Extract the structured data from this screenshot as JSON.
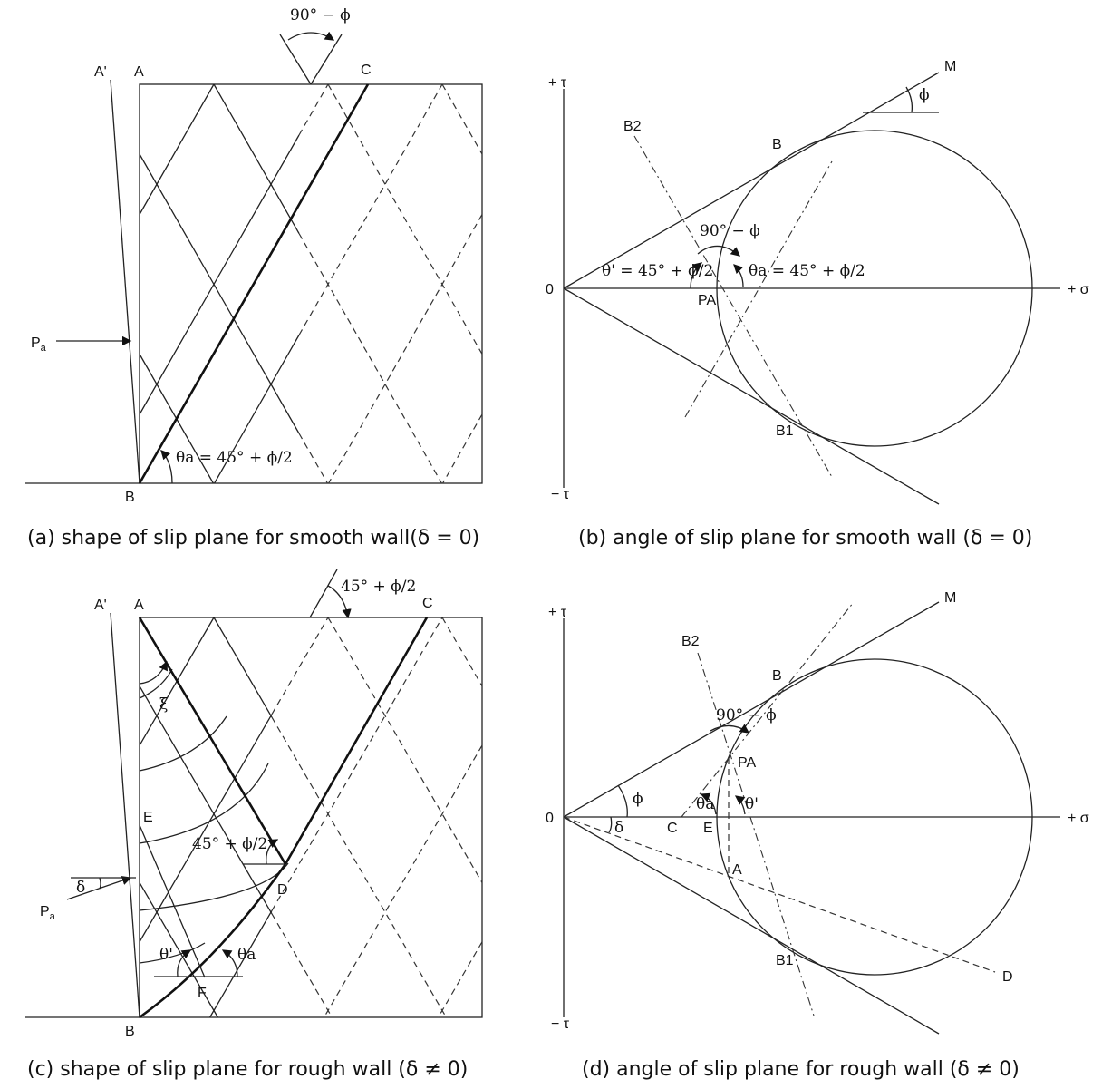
{
  "panels": {
    "a": {
      "caption": "(a) shape of slip plane for smooth wall(δ = 0)",
      "labels": {
        "A_prime": "A'",
        "A": "A",
        "C": "C",
        "B": "B",
        "Pa": "P",
        "Pa_sub": "a",
        "top_angle": "90° − ϕ",
        "theta": "θa = 45° + ϕ/2"
      }
    },
    "b": {
      "caption": "(b) angle of slip plane for smooth wall (δ = 0)",
      "labels": {
        "plus_tau": "+ τ",
        "minus_tau": "− τ",
        "plus_sigma": "+ σ",
        "origin": "0",
        "M": "M",
        "phi": "ϕ",
        "B2": "B2",
        "B": "B",
        "B1": "B1",
        "PA": "PA",
        "angle_90": "90° − ϕ",
        "theta_prime": "θ' = 45° + ϕ/2",
        "theta_a": "θa = 45° + ϕ/2"
      }
    },
    "c": {
      "caption": "(c) shape of slip plane for rough wall (δ ≠ 0)",
      "labels": {
        "A_prime": "A'",
        "A": "A",
        "C": "C",
        "B": "B",
        "E": "E",
        "D": "D",
        "F": "F",
        "xi": "ξ",
        "delta": "δ",
        "Pa": "P",
        "Pa_sub": "a",
        "top_angle": "45° + ϕ/2",
        "mid_angle": "45° + ϕ/2",
        "theta_prime": "θ'",
        "theta_a": "θa"
      }
    },
    "d": {
      "caption": "(d) angle of slip plane for rough wall (δ ≠ 0)",
      "labels": {
        "plus_tau": "+ τ",
        "minus_tau": "− τ",
        "plus_sigma": "+ σ",
        "origin": "0",
        "M": "M",
        "B2": "B2",
        "B": "B",
        "B1": "B1",
        "PA": "PA",
        "angle_90": "90° − ϕ",
        "phi": "ϕ",
        "delta": "δ",
        "C": "C",
        "E": "E",
        "A": "A",
        "D": "D",
        "theta_a": "θa",
        "theta_prime": "θ'"
      }
    }
  }
}
